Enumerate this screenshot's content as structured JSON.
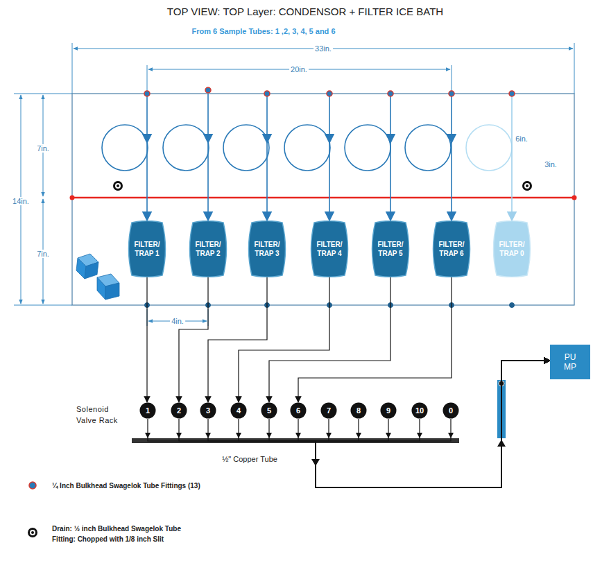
{
  "diagram": {
    "title": "TOP VIEW: TOP Layer: CONDENSOR + FILTER ICE BATH",
    "nodes": [
      {
        "text": [
          "FILTER/ TRAP 1"
        ]
      },
      {
        "text": [
          "FILTER/ TRAP 2"
        ]
      },
      {
        "text": [
          "FILTER/ TRAP 3"
        ]
      },
      {
        "text": [
          "FILTER/ TRAP 4"
        ]
      },
      {
        "text": [
          "FILTER/ TRAP 5"
        ]
      },
      {
        "text": [
          "FILTER/ TRAP 6"
        ]
      },
      {
        "text": [
          "FILTER/ TRAP 0"
        ]
      },
      {
        "text": [
          "1"
        ]
      },
      {
        "text": [
          "2"
        ]
      },
      {
        "text": [
          "3"
        ]
      },
      {
        "text": [
          "4"
        ]
      },
      {
        "text": [
          "5"
        ]
      },
      {
        "text": [
          "6"
        ]
      },
      {
        "text": [
          "7"
        ]
      },
      {
        "text": [
          "8"
        ]
      },
      {
        "text": [
          "9"
        ]
      },
      {
        "text": [
          "10"
        ]
      },
      {
        "text": [
          "0"
        ]
      },
      {
        "text": [
          "PU MP"
        ]
      }
    ],
    "edges": [
      {
        "from": 0,
        "to": 7,
        "arrow": "to"
      },
      {
        "from": 1,
        "to": 8,
        "arrow": "to"
      },
      {
        "from": 2,
        "to": 9,
        "arrow": "to"
      },
      {
        "from": 3,
        "to": 10,
        "arrow": "to"
      },
      {
        "from": 4,
        "to": 11,
        "arrow": "to"
      },
      {
        "from": 5,
        "to": 12,
        "arrow": "to"
      },
      {
        "from": 7,
        "to": 18,
        "arrow": "to"
      },
      {
        "from": 8,
        "to": 18,
        "arrow": "to"
      },
      {
        "from": 9,
        "to": 18,
        "arrow": "to"
      },
      {
        "from": 10,
        "to": 18,
        "arrow": "to"
      },
      {
        "from": 11,
        "to": 18,
        "arrow": "to"
      },
      {
        "from": 12,
        "to": 18,
        "arrow": "to"
      },
      {
        "from": 13,
        "to": 18,
        "arrow": "to"
      },
      {
        "from": 14,
        "to": 18,
        "arrow": "to"
      },
      {
        "from": 15,
        "to": 18,
        "arrow": "to"
      },
      {
        "from": 16,
        "to": 18,
        "arrow": "to"
      },
      {
        "from": 17,
        "to": 18,
        "arrow": "to"
      }
    ],
    "labels": [
      "From 6 Sample Tubes: 1 ,2, 3, 4, 5 and 6",
      "33in.",
      "20in.",
      "14in.",
      "7in.",
      "7in.",
      "6in.",
      "3in.",
      "4in.",
      "Solenoid Valve Rack",
      "½\" Copper Tube"
    ],
    "legend": [
      {
        "text": "¼ Inch Bulkhead Swagelok Tube Fittings (13)"
      },
      {
        "text": "Drain: ½ inch Bulkhead Swagelok Tube Fitting: Chopped with 1/8 inch Slit"
      }
    ]
  }
}
